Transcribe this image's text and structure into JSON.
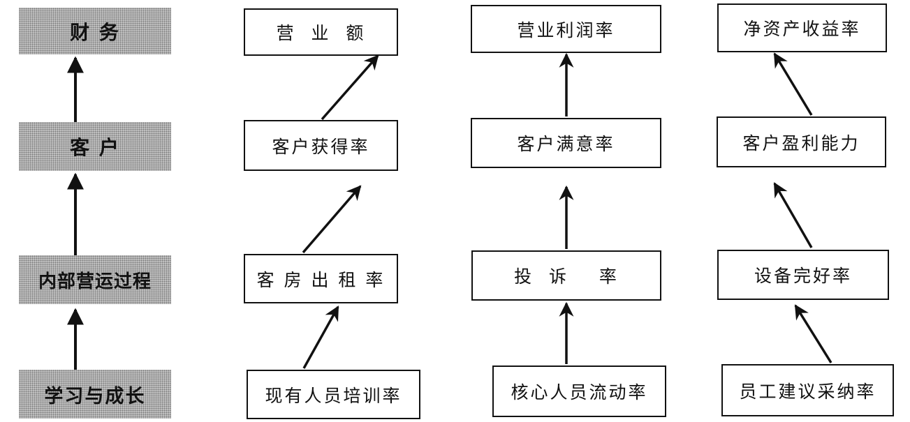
{
  "levels": [
    {
      "id": "finance",
      "label": "财  务"
    },
    {
      "id": "customer",
      "label": "客  户"
    },
    {
      "id": "internal",
      "label": "内部营运过程"
    },
    {
      "id": "learning",
      "label": "学习与成长"
    }
  ],
  "columns": [
    {
      "finance": "营  业  额",
      "customer": "客户获得率",
      "internal": "客 房 出 租 率",
      "learning": "现有人员培训率"
    },
    {
      "finance": "营业利润率",
      "customer": "客户满意率",
      "internal": "投  诉    率",
      "learning": "核心人员流动率"
    },
    {
      "finance": "净资产收益率",
      "customer": "客户盈利能力",
      "internal": "设备完好率",
      "learning": "员工建议采纳率"
    }
  ]
}
